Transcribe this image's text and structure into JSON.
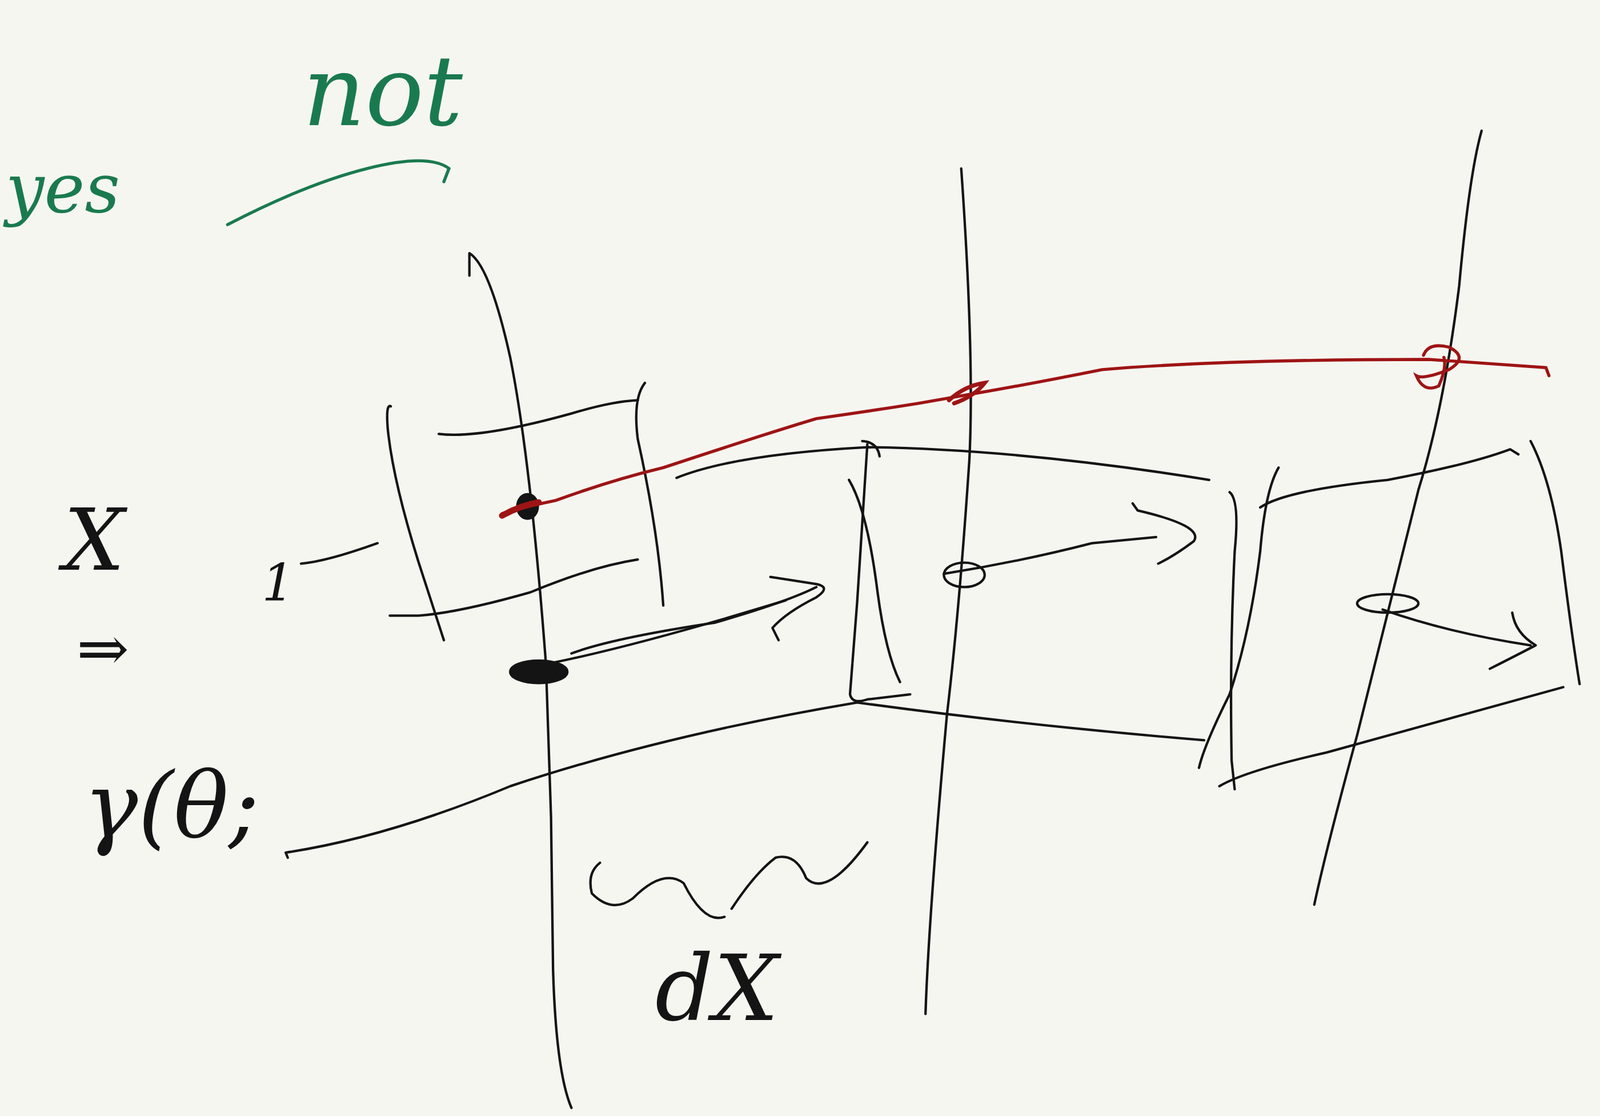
{
  "diagram": {
    "labels": [
      "yes",
      "not",
      "X",
      "⇒",
      "γ(θ;",
      "1",
      "dX"
    ]
  }
}
